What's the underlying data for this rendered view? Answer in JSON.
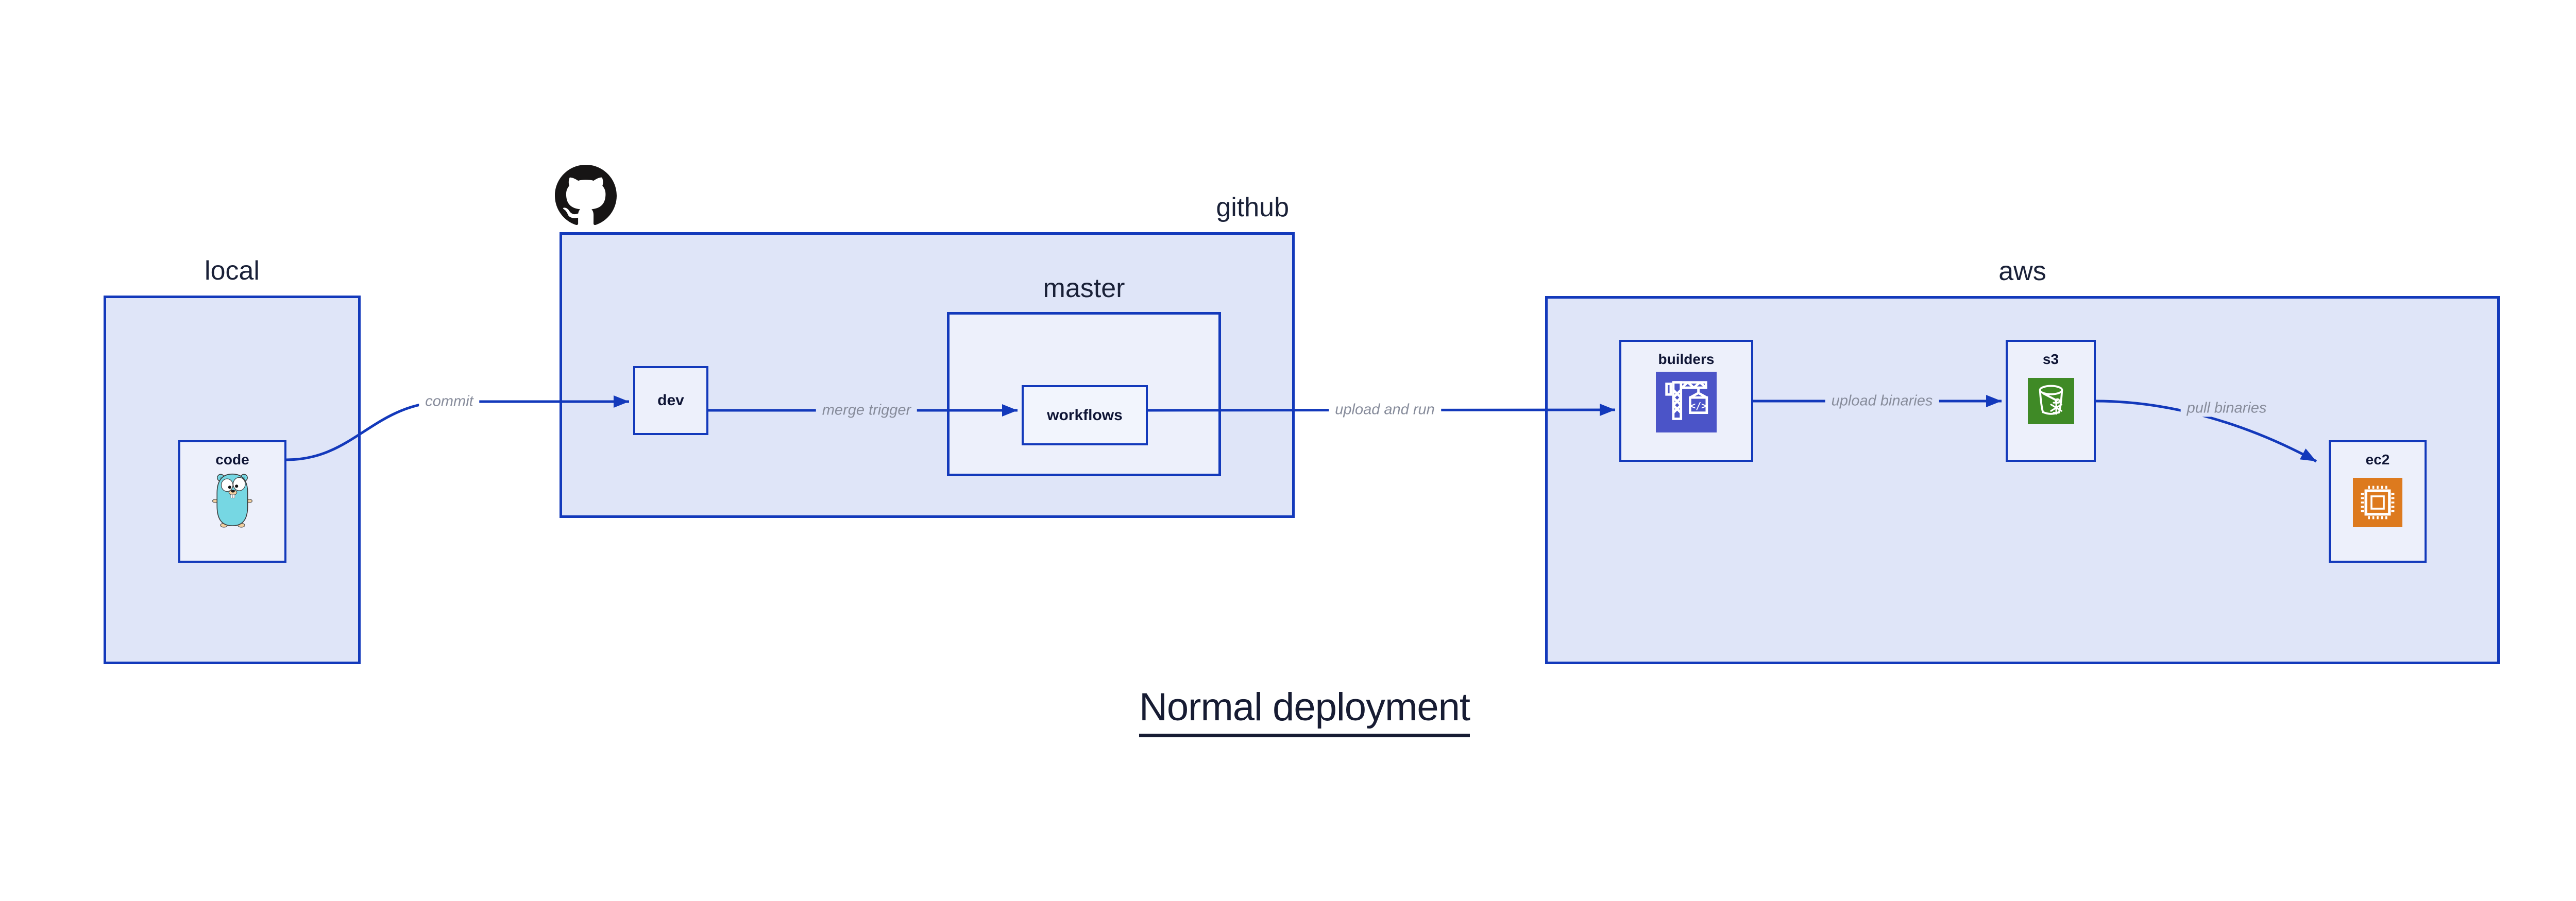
{
  "title": "Normal deployment",
  "groups": {
    "local": "local",
    "github": "github",
    "master": "master",
    "aws": "aws"
  },
  "nodes": {
    "code": "code",
    "dev": "dev",
    "workflows": "workflows",
    "builders": "builders",
    "s3": "s3",
    "ec2": "ec2"
  },
  "edges": {
    "commit": "commit",
    "merge_trigger": "merge trigger",
    "upload_and_run": "upload and run",
    "upload_binaries": "upload binaries",
    "pull_binaries": "pull binaries"
  },
  "icons": {
    "github_logo": "github-octocat",
    "code_icon": "go-gopher",
    "builders_icon": "aws-codebuild-crane",
    "s3_icon": "aws-s3-bucket",
    "ec2_icon": "aws-ec2-chip"
  },
  "colors": {
    "border_blue": "#1339bb",
    "group_fill": "#dfe5f8",
    "node_fill": "#edf0fb",
    "workflows_fill": "#f2f5fd",
    "builders_icon_bg": "#4b54c8",
    "s3_icon_bg": "#3f8a26",
    "ec2_icon_bg": "#dd7a1e",
    "edge_label_gray": "#878c9b",
    "label_navy": "#0f1535",
    "title_color": "#171c33",
    "octocat_black": "#171515"
  }
}
